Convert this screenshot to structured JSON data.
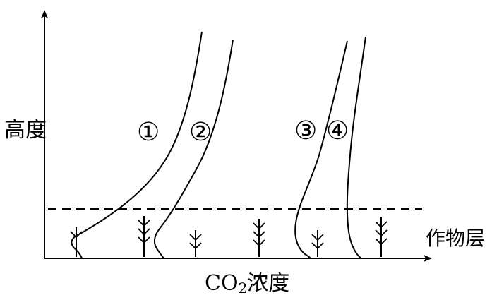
{
  "y_axis_label": "高度",
  "x_axis_label_prefix": "CO",
  "x_axis_label_sub": "2",
  "x_axis_label_suffix": "浓度",
  "crop_layer_label": "作物层",
  "curve_labels": [
    "①",
    "②",
    "③",
    "④"
  ],
  "curve_count": 4,
  "plant_count": 6,
  "colors": {
    "line": "#000000",
    "background": "#ffffff"
  }
}
